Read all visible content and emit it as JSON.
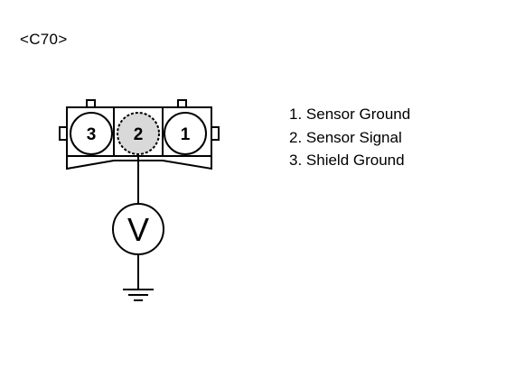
{
  "connector": {
    "id": "<C70>",
    "pins": [
      {
        "label": "3"
      },
      {
        "label": "2"
      },
      {
        "label": "1"
      }
    ]
  },
  "meter": {
    "symbol": "V"
  },
  "legend": {
    "items": [
      {
        "text": "1. Sensor Ground"
      },
      {
        "text": "2. Sensor Signal"
      },
      {
        "text": "3. Shield Ground"
      }
    ]
  }
}
